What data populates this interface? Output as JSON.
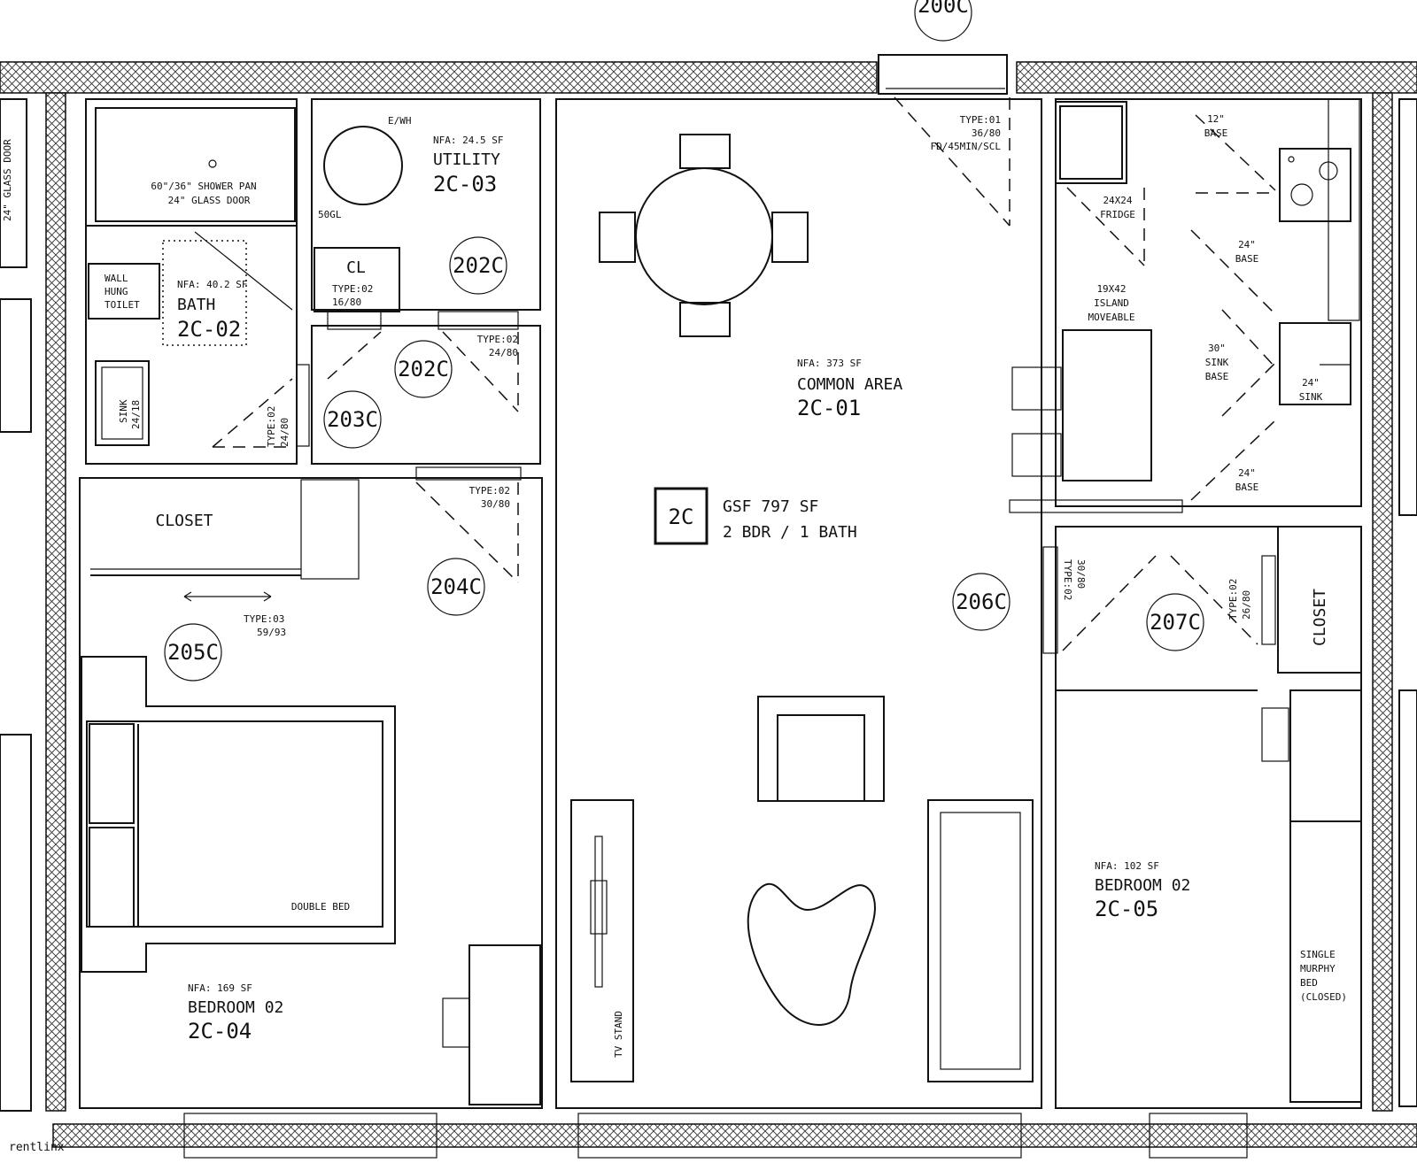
{
  "unit": {
    "code": "2C",
    "gsf": "GSF 797 SF",
    "config": "2 BDR / 1 BATH"
  },
  "rooms": {
    "common": {
      "nfa": "NFA: 373 SF",
      "name": "COMMON AREA",
      "num": "2C-01"
    },
    "bath": {
      "nfa": "NFA: 40.2 SF",
      "name": "BATH",
      "num": "2C-02"
    },
    "utility": {
      "nfa": "NFA: 24.5 SF",
      "name": "UTILITY",
      "num": "2C-03"
    },
    "bed1": {
      "nfa": "NFA: 169 SF",
      "name": "BEDROOM 02",
      "num": "2C-04"
    },
    "bed2": {
      "nfa": "NFA: 102 SF",
      "name": "BEDROOM 02",
      "num": "2C-05"
    }
  },
  "doors": [
    "200C",
    "202C",
    "202C",
    "203C",
    "204C",
    "205C",
    "206C",
    "207C"
  ],
  "door_types": {
    "entry": [
      "TYPE:01",
      "36/80",
      "FD/45MIN/SCL"
    ],
    "cl": [
      "TYPE:02",
      "16/80"
    ],
    "util": [
      "TYPE:02",
      "24/80"
    ],
    "bath": [
      "TYPE:02",
      "24/80"
    ],
    "bed1": [
      "TYPE:02",
      "30/80"
    ],
    "closet1": [
      "TYPE:03",
      "59/93"
    ],
    "bed2": [
      "TYPE:02",
      "30/80"
    ],
    "closet2": [
      "TYPE:02",
      "26/80"
    ]
  },
  "fixtures": {
    "shower": [
      "60\"/36\" SHOWER PAN",
      "24\" GLASS DOOR"
    ],
    "toilet": [
      "WALL",
      "HUNG",
      "TOILET"
    ],
    "sink": [
      "SINK",
      "24/18"
    ],
    "ewh": "E/WH",
    "gal": "50GL",
    "cl": "CL",
    "closet": "CLOSET",
    "closet2": "CLOSET",
    "double_bed": "DOUBLE BED",
    "tv_stand": "TV STAND",
    "fridge": [
      "24X24",
      "FRIDGE"
    ],
    "island": [
      "19X42",
      "ISLAND",
      "MOVEABLE"
    ],
    "base12": [
      "12\"",
      "BASE"
    ],
    "base24a": [
      "24\"",
      "BASE"
    ],
    "sinkbase": [
      "30\"",
      "SINK",
      "BASE"
    ],
    "sink24": [
      "24\"",
      "SINK"
    ],
    "base24b": [
      "24\"",
      "BASE"
    ],
    "murphy": [
      "SINGLE",
      "MURPHY",
      "BED",
      "(CLOSED)"
    ],
    "glassdoor_left": "24\" GLASS DOOR"
  },
  "watermark": "rentlinx"
}
